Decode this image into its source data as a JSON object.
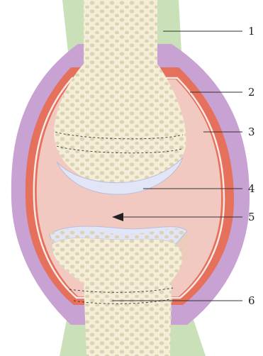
{
  "colors": {
    "background": "#ffffff",
    "bone": "#f3ecd6",
    "bone_pores": "#ddd3b6",
    "cartilage": "#e3e6f4",
    "synovial_fluid": "#f1c6bd",
    "synovial_membrane": "#e4705a",
    "fibrous_capsule": "#c8a3d3",
    "periosteum": "#c3dcb2",
    "leader_line": "#333333"
  },
  "callouts": [
    {
      "number": "1"
    },
    {
      "number": "2"
    },
    {
      "number": "3"
    },
    {
      "number": "4"
    },
    {
      "number": "5"
    },
    {
      "number": "6"
    }
  ]
}
